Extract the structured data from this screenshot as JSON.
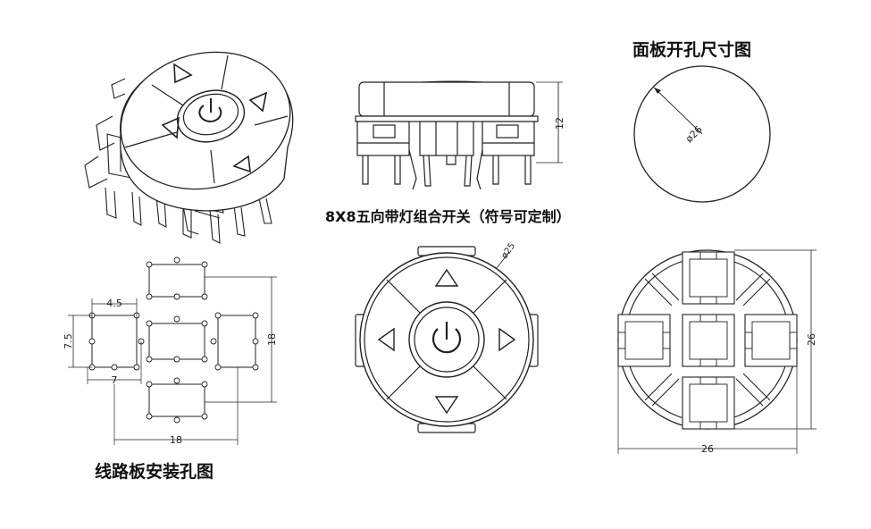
{
  "captions": {
    "product": "8X8五向带灯组合开关（符号可定制）",
    "panel_cutout": "面板开孔尺寸图",
    "pcb_mounting": "线路板安装孔图"
  },
  "dimensions": {
    "side_height": "12",
    "panel_diameter": "ø26",
    "top_diameter": "ø25",
    "pcb_pitch": "4.5",
    "pcb_height": "7.5",
    "pcb_width": "7",
    "pcb_span_h": "18",
    "pcb_span_v": "18",
    "bottom_width": "26",
    "bottom_height": "26"
  },
  "colors": {
    "line": "#222222",
    "fill": "#ffffff",
    "accent_gray": "#e6e6e6"
  },
  "icons": {
    "arrows": "triangle-arrow-icon",
    "power": "power-icon"
  }
}
